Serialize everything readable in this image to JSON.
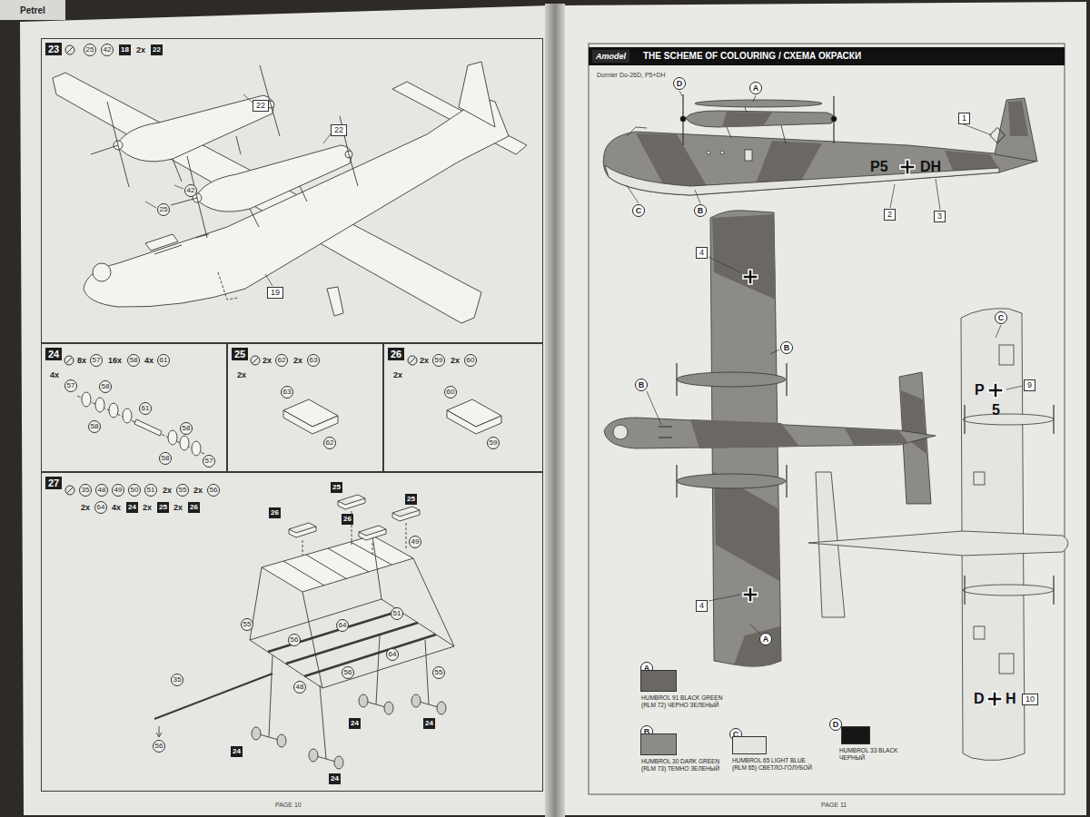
{
  "diagram": {
    "title": "THE SCHEME OF COLOURING / СХЕМА ОКРАСКИ",
    "nodes": [
      {
        "text": [
          "23"
        ]
      },
      {
        "text": [
          "24"
        ]
      },
      {
        "text": [
          "25"
        ]
      },
      {
        "text": [
          "26"
        ]
      },
      {
        "text": [
          "27"
        ]
      }
    ],
    "labels": [
      "Petrel",
      "25",
      "42",
      "18",
      "2x",
      "22",
      "22",
      "22",
      "42",
      "25",
      "19",
      "8x",
      "57",
      "16x",
      "58",
      "4x",
      "61",
      "4x",
      "57",
      "58",
      "58",
      "61",
      "58",
      "58",
      "57",
      "2x",
      "62",
      "2x",
      "63",
      "2x",
      "63",
      "62",
      "2x",
      "59",
      "2x",
      "60",
      "2x",
      "60",
      "59",
      "35",
      "48",
      "49",
      "50",
      "51",
      "2x",
      "55",
      "2x",
      "56",
      "2x",
      "64",
      "4x",
      "24",
      "2x",
      "25",
      "2x",
      "26",
      "25",
      "25",
      "26",
      "26",
      "49",
      "55",
      "56",
      "64",
      "51",
      "64",
      "56",
      "55",
      "48",
      "35",
      "56",
      "24",
      "24",
      "24",
      "24",
      "PAGE 10",
      "Amodel",
      "Dornier Do-26D, P5+DH",
      "D",
      "A",
      "1",
      "C",
      "B",
      "2",
      "3",
      "P5",
      "DH",
      "4",
      "B",
      "B",
      "4",
      "A",
      "C",
      "9",
      "P",
      "5",
      "D",
      "H",
      "10",
      "A",
      "B",
      "C",
      "D",
      "PAGE 11"
    ],
    "legend": [
      {
        "text": "HUMBROL 91 BLACK GREEN (RLM 72) ЧЕРНО ЗЕЛЕНЫЙ",
        "color": "#6b6864"
      },
      {
        "text": "HUMBROL 30 DARK GREEN (RLM 73) ТЕМНО ЗЕЛЕНЫЙ",
        "color": "#8d8b87"
      },
      {
        "text": "HUMBROL 65 LIGHT BLUE (RLM 65) СВЕТЛО-ГОЛУБОЙ",
        "color": "#e4e4e1"
      },
      {
        "text": "HUMBROL 33 BLACK ЧЕРНЫЙ",
        "color": "#161616"
      }
    ]
  }
}
